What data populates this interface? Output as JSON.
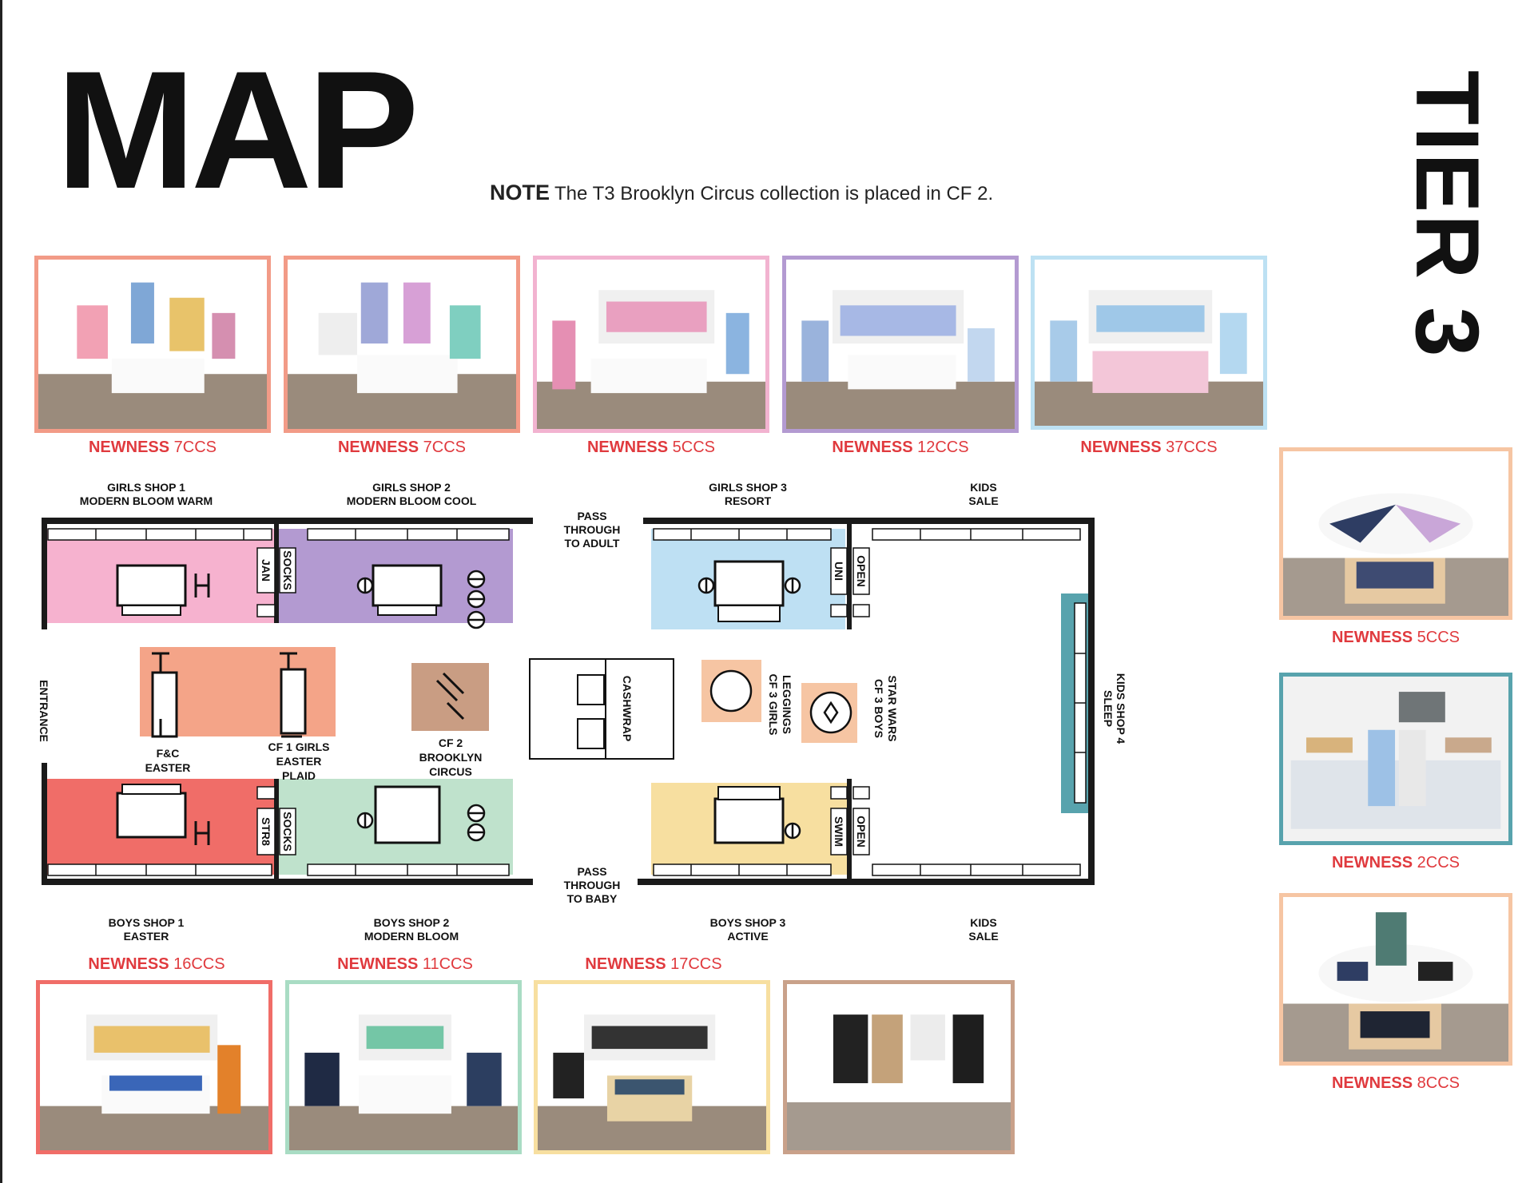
{
  "header": {
    "title": "MAP",
    "note_label": "NOTE",
    "note_text": "The T3 Brooklyn Circus collection is placed in CF 2.",
    "tier": "TIER 3"
  },
  "colors": {
    "accent_red": "#e03a3e",
    "girls1": "#f6b2cf",
    "girls2": "#b39ad1",
    "girls3": "#bee0f3",
    "boys1": "#f06d68",
    "boys2": "#bfe2cc",
    "boys3": "#f7dfa0",
    "fc_cf1": "#f4a488",
    "cf2": "#c99d83",
    "cf3": "#f6c5a3",
    "sleep": "#58a3ad"
  },
  "newness": {
    "label": "NEWNESS",
    "top": [
      {
        "count": "7CCS",
        "border": "#f29b87"
      },
      {
        "count": "7CCS",
        "border": "#f29b87"
      },
      {
        "count": "5CCS",
        "border": "#f2b3d0"
      },
      {
        "count": "12CCS",
        "border": "#b39ad1"
      },
      {
        "count": "37CCS",
        "border": "#bde1f3"
      }
    ],
    "bottom": [
      {
        "count": "16CCS",
        "border": "#f06d68"
      },
      {
        "count": "11CCS",
        "border": "#a9dcc4"
      },
      {
        "count": "17CCS",
        "border": "#f7dfa0"
      },
      {
        "count": "",
        "border": "#c9a18a"
      }
    ],
    "right": [
      {
        "count": "5CCS",
        "border": "#f6c5a3"
      },
      {
        "count": "2CCS",
        "border": "#58a3ad"
      },
      {
        "count": "8CCS",
        "border": "#f6c5a3"
      }
    ]
  },
  "shops": {
    "girls1_l1": "GIRLS SHOP 1",
    "girls1_l2": "MODERN BLOOM WARM",
    "girls2_l1": "GIRLS SHOP 2",
    "girls2_l2": "MODERN BLOOM COOL",
    "girls3_l1": "GIRLS SHOP 3",
    "girls3_l2": "RESORT",
    "kids_sale_top_l1": "KIDS",
    "kids_sale_top_l2": "SALE",
    "pass_adult_l1": "PASS",
    "pass_adult_l2": "THROUGH",
    "pass_adult_l3": "TO ADULT",
    "pass_baby_l1": "PASS",
    "pass_baby_l2": "THROUGH",
    "pass_baby_l3": "TO BABY",
    "boys1_l1": "BOYS SHOP 1",
    "boys1_l2": "EASTER",
    "boys2_l1": "BOYS SHOP 2",
    "boys2_l2": "MODERN BLOOM",
    "boys3_l1": "BOYS SHOP 3",
    "boys3_l2": "ACTIVE",
    "kids_sale_bot_l1": "KIDS",
    "kids_sale_bot_l2": "SALE",
    "fc_l1": "F&C",
    "fc_l2": "EASTER",
    "cf1_l1": "CF 1 GIRLS",
    "cf1_l2": "EASTER",
    "cf1_l3": "PLAID",
    "cf2_l1": "CF 2",
    "cf2_l2": "BROOKLYN",
    "cf2_l3": "CIRCUS",
    "cf3g_l1": "CF 3 GIRLS",
    "cf3g_l2": "LEGGINGS",
    "cf3b_l1": "CF 3 BOYS",
    "cf3b_l2": "STAR WARS",
    "kids4_l1": "KIDS SHOP 4",
    "kids4_l2": "SLEEP",
    "entrance": "ENTRANCE",
    "cashwrap": "CASHWRAP",
    "jan": "JAN",
    "socks_top": "SOCKS",
    "uni": "UNI",
    "open_top": "OPEN",
    "str8": "STR8",
    "socks_bot": "SOCKS",
    "swim": "SWIM",
    "open_bot": "OPEN"
  }
}
